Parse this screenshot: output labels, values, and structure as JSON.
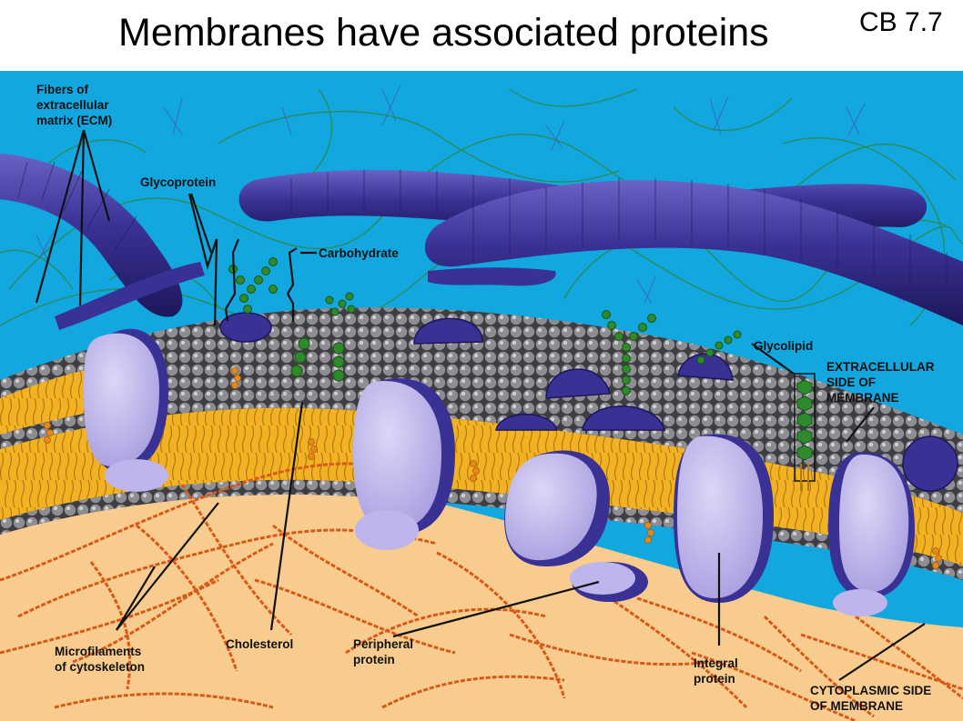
{
  "slide": {
    "title": "Membranes have associated proteins",
    "reference": "CB 7.7"
  },
  "colors": {
    "extracellular_bg": "#12a7df",
    "cytoplasm_bg": "#f7cc8e",
    "ecm_fiber": "#3a3194",
    "ecm_fiber_dark": "#221c6a",
    "phospholipid_head": "#6f6f73",
    "phospholipid_tail": "#f2b224",
    "integral_protein": "#bdb5ec",
    "carbohydrate_chain": "#2e8a2a",
    "microfilament": "#d65a17",
    "green_mesh": "#2d8a4c"
  },
  "labels": {
    "fibers_ecm": [
      "Fibers of",
      "extracellular",
      "matrix (ECM)"
    ],
    "glycoprotein": [
      "Glycoprotein"
    ],
    "carbohydrate": [
      "Carbohydrate"
    ],
    "glycolipid": [
      "Glycolipid"
    ],
    "extracellular_side": [
      "EXTRACELLULAR",
      "SIDE OF",
      "MEMBRANE"
    ],
    "microfilaments": [
      "Microfilaments",
      "of cytoskeleton"
    ],
    "cholesterol": [
      "Cholesterol"
    ],
    "peripheral_protein": [
      "Peripheral",
      "protein"
    ],
    "integral_protein": [
      "Integral",
      "protein"
    ],
    "cytoplasmic_side": [
      "CYTOPLASMIC SIDE",
      "OF MEMBRANE"
    ]
  }
}
